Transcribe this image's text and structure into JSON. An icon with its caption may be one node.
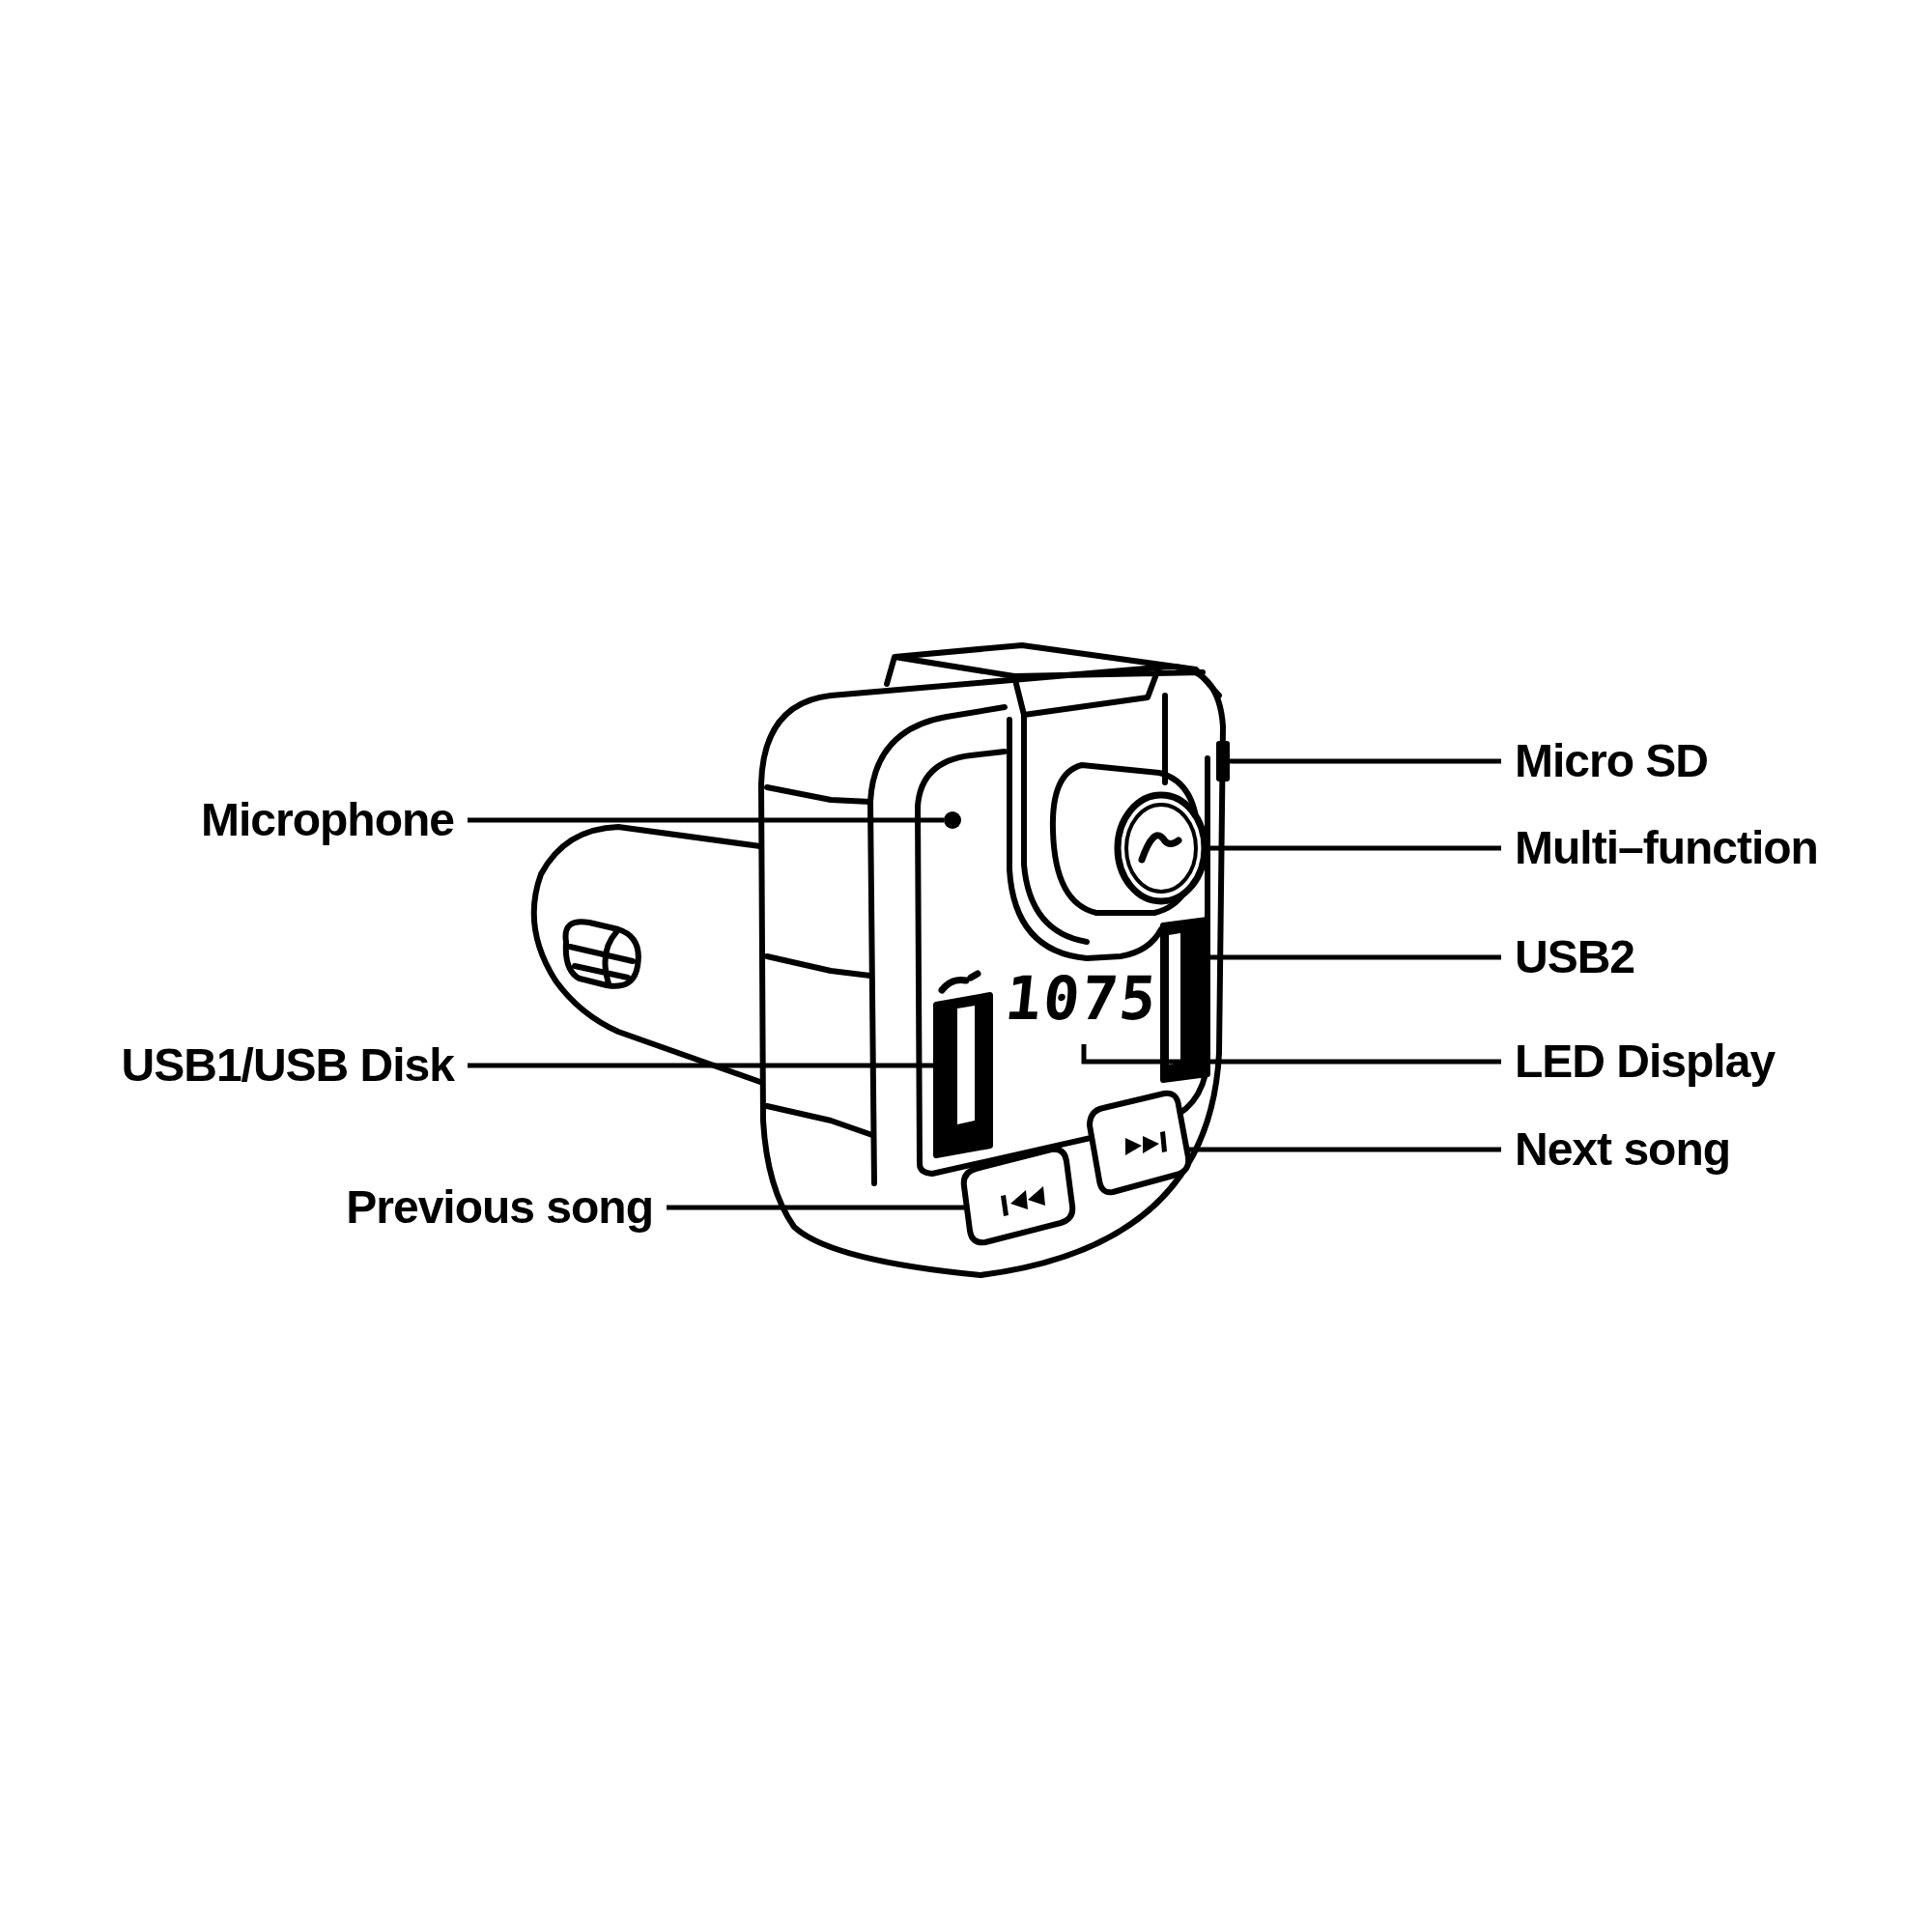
{
  "diagram": {
    "nodes": [
      {
        "text": [
          "Micro SD"
        ]
      },
      {
        "text": [
          "Microphone"
        ]
      },
      {
        "text": [
          "Multi–function"
        ]
      },
      {
        "text": [
          "USB2"
        ]
      },
      {
        "text": [
          "LED Display"
        ]
      },
      {
        "text": [
          "USB1/USB Disk"
        ]
      },
      {
        "text": [
          "Next song"
        ]
      },
      {
        "text": [
          "Previous song"
        ]
      },
      {
        "text": [],
        "shape": "circle"
      },
      {
        "text": [],
        "shape": "circle"
      },
      {
        "text": [],
        "shape": "box"
      },
      {
        "text": [],
        "shape": "box"
      },
      {
        "text": [],
        "shape": "box"
      },
      {
        "text": [],
        "shape": "box"
      },
      {
        "text": [],
        "shape": "box"
      },
      {
        "text": [],
        "shape": "box"
      }
    ],
    "edges": [
      {
        "from": 0,
        "to": 15,
        "arrow": "none"
      },
      {
        "from": 1,
        "to": 8,
        "arrow": "none"
      },
      {
        "from": 2,
        "to": 9,
        "arrow": "none"
      },
      {
        "from": 3,
        "to": 10,
        "arrow": "none"
      },
      {
        "from": 4,
        "to": 11,
        "arrow": "none"
      },
      {
        "from": 5,
        "to": 12,
        "arrow": "none"
      },
      {
        "from": 6,
        "to": 13,
        "arrow": "none"
      },
      {
        "from": 7,
        "to": 14,
        "arrow": "none"
      }
    ],
    "labels": [
      "1075"
    ]
  }
}
